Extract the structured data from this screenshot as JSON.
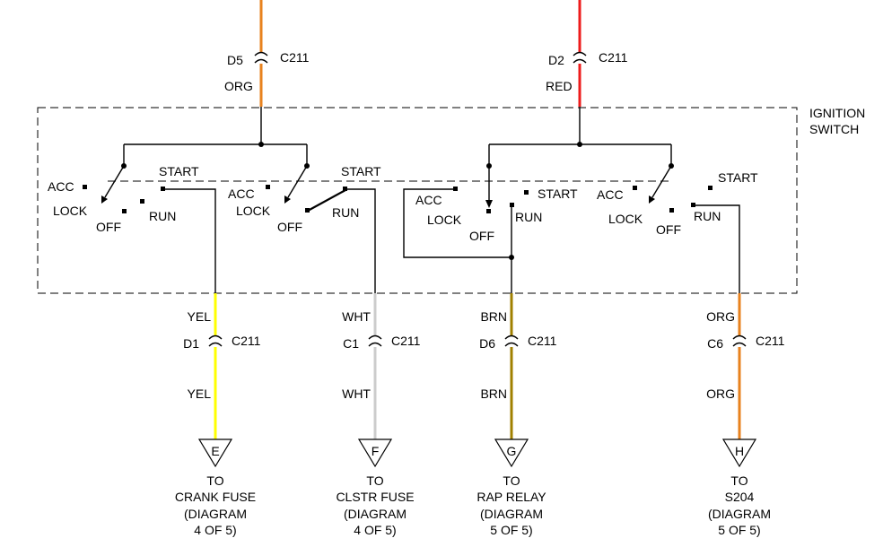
{
  "diagram": {
    "ignition_label_line1": "IGNITION",
    "ignition_label_line2": "SWITCH",
    "top_feeds": [
      {
        "pin": "D5",
        "connector": "C211",
        "wire": "ORG",
        "color": "#e8821e"
      },
      {
        "pin": "D2",
        "connector": "C211",
        "wire": "RED",
        "color": "#ee1c1c"
      }
    ],
    "switches": [
      {
        "acc": "ACC",
        "lock": "LOCK",
        "off": "OFF",
        "run": "RUN",
        "start": "START"
      },
      {
        "acc": "ACC",
        "lock": "LOCK",
        "off": "OFF",
        "run": "RUN",
        "start": "START"
      },
      {
        "acc": "ACC",
        "lock": "LOCK",
        "off": "OFF",
        "run": "RUN",
        "start": "START"
      },
      {
        "acc": "ACC",
        "lock": "LOCK",
        "off": "OFF",
        "run": "RUN",
        "start": "START"
      }
    ],
    "outputs": [
      {
        "wire_top": "YEL",
        "pin": "D1",
        "connector": "C211",
        "wire_bottom": "YEL",
        "color": "#ffff00",
        "terminal": "E",
        "to": "TO",
        "dest": "CRANK FUSE",
        "diagram_line": "(DIAGRAM",
        "page": "4 OF 5)"
      },
      {
        "wire_top": "WHT",
        "pin": "C1",
        "connector": "C211",
        "wire_bottom": "WHT",
        "color": "#cccccc",
        "terminal": "F",
        "to": "TO",
        "dest": "CLSTR FUSE",
        "diagram_line": "(DIAGRAM",
        "page": "4 OF 5)"
      },
      {
        "wire_top": "BRN",
        "pin": "D6",
        "connector": "C211",
        "wire_bottom": "BRN",
        "color": "#a08000",
        "terminal": "G",
        "to": "TO",
        "dest": "RAP RELAY",
        "diagram_line": "(DIAGRAM",
        "page": "5 OF 5)"
      },
      {
        "wire_top": "ORG",
        "pin": "C6",
        "connector": "C211",
        "wire_bottom": "ORG",
        "color": "#e8821e",
        "terminal": "H",
        "to": "TO",
        "dest": "S204",
        "diagram_line": "(DIAGRAM",
        "page": "5 OF 5)"
      }
    ]
  }
}
